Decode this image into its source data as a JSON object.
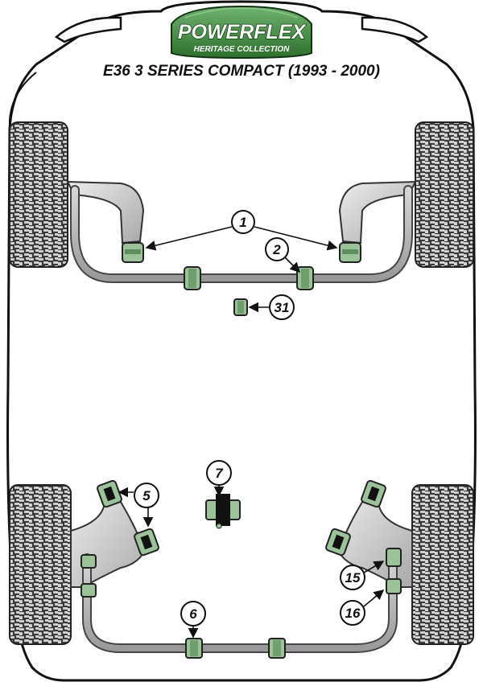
{
  "logo": {
    "brand": "POWERFLEX",
    "collection": "HERITAGE COLLECTION"
  },
  "title": "E36 3 SERIES COMPACT (1993 - 2000)",
  "callouts": [
    {
      "id": "c1",
      "label": "1"
    },
    {
      "id": "c2",
      "label": "2"
    },
    {
      "id": "c31",
      "label": "31"
    },
    {
      "id": "c7",
      "label": "7"
    },
    {
      "id": "c5",
      "label": "5"
    },
    {
      "id": "c6",
      "label": "6"
    },
    {
      "id": "c15",
      "label": "15"
    },
    {
      "id": "c16",
      "label": "16"
    }
  ],
  "colors": {
    "bush_green": "#9cc29a",
    "bush_dark": "#1a1a1a",
    "arm_fill": "#c8c8c8",
    "tyre_grey": "#4a4a4a",
    "logo_green": "#3f8c3f"
  }
}
